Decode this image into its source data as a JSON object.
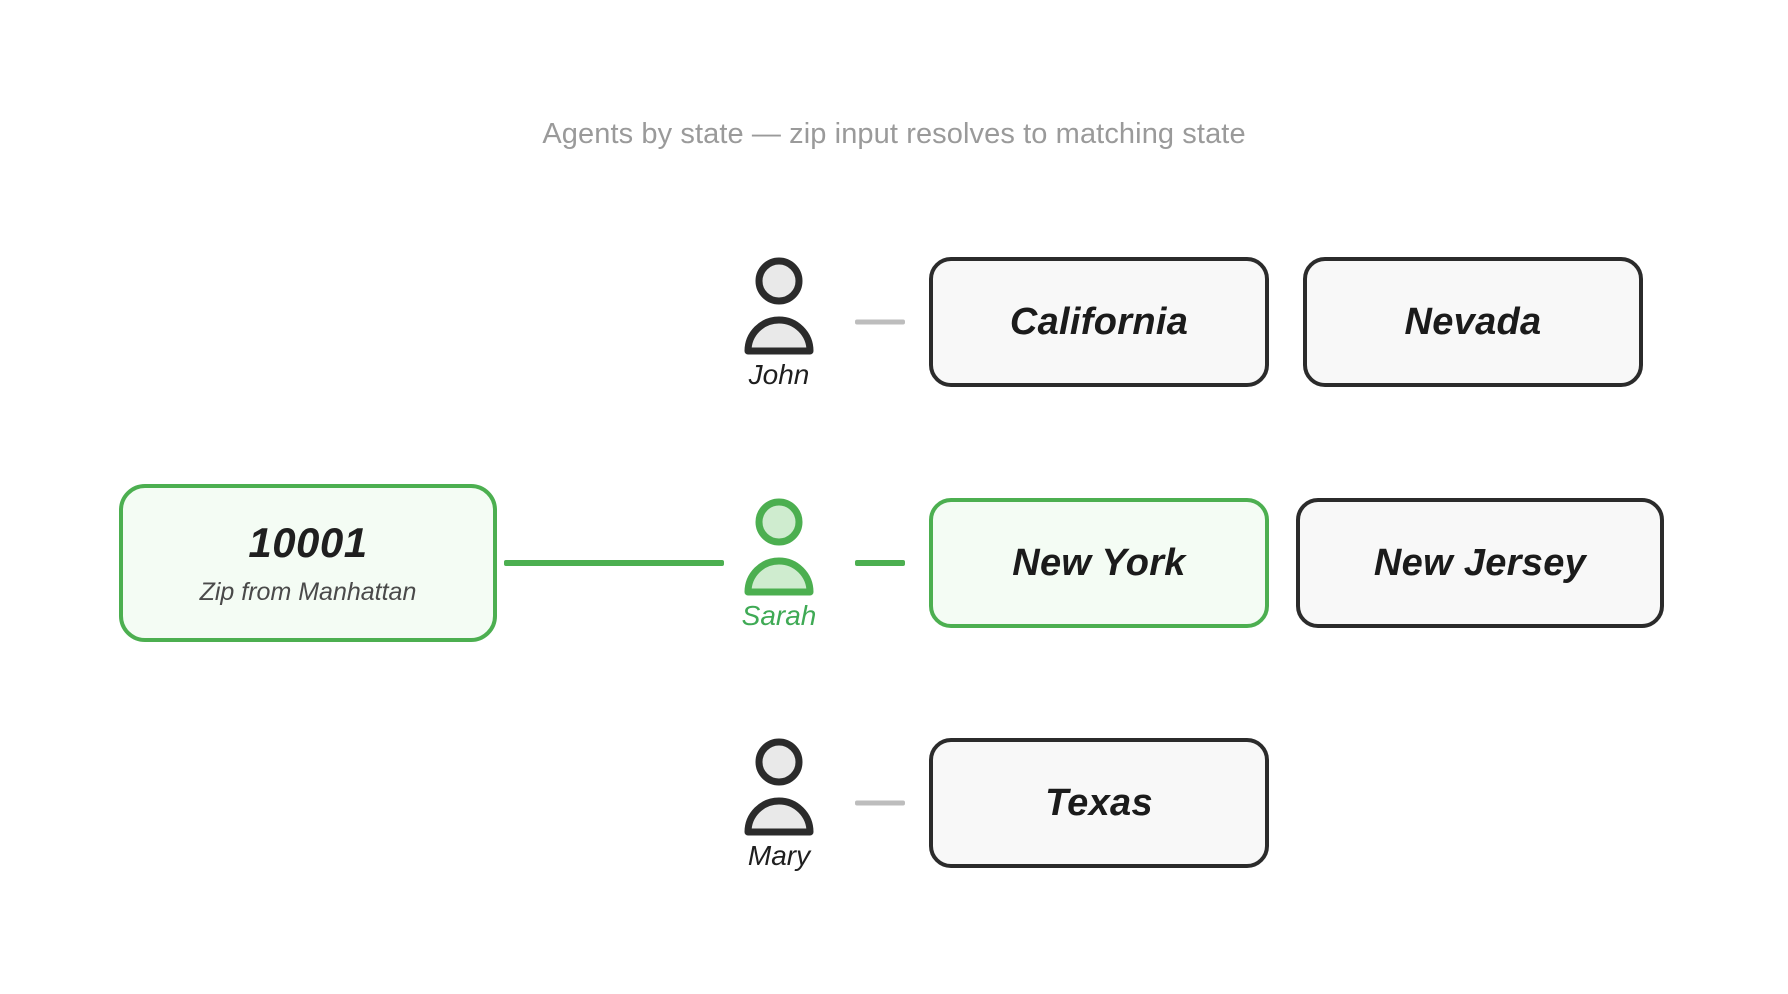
{
  "page": {
    "subtitle": "Agents by state — zip input resolves to matching state",
    "background": "#ffffff"
  },
  "colors": {
    "accent_green": "#4caf50",
    "accent_green_text": "#3faa55",
    "accent_green_fill": "#f4fcf4",
    "chip_border": "#2b2b2b",
    "chip_fill": "#f8f8f8",
    "connector_gray": "#bdbdbd",
    "subtitle_gray": "#9a9a9a",
    "text_dark": "#1b1b1b"
  },
  "zip_card": {
    "value": "10001",
    "note": "Zip from Manhattan",
    "highlighted": true
  },
  "agents": [
    {
      "name": "John",
      "icon": "person-icon",
      "highlighted": false,
      "connector_to_person": false,
      "states": [
        {
          "label": "California",
          "highlighted": false,
          "connected": true
        },
        {
          "label": "Nevada",
          "highlighted": false,
          "connected": false
        }
      ]
    },
    {
      "name": "Sarah",
      "icon": "person-icon",
      "highlighted": true,
      "connector_to_person": true,
      "states": [
        {
          "label": "New York",
          "highlighted": true,
          "connected": true
        },
        {
          "label": "New Jersey",
          "highlighted": false,
          "connected": false
        }
      ]
    },
    {
      "name": "Mary",
      "icon": "person-icon",
      "highlighted": false,
      "connector_to_person": false,
      "states": [
        {
          "label": "Texas",
          "highlighted": false,
          "connected": true
        }
      ]
    }
  ]
}
